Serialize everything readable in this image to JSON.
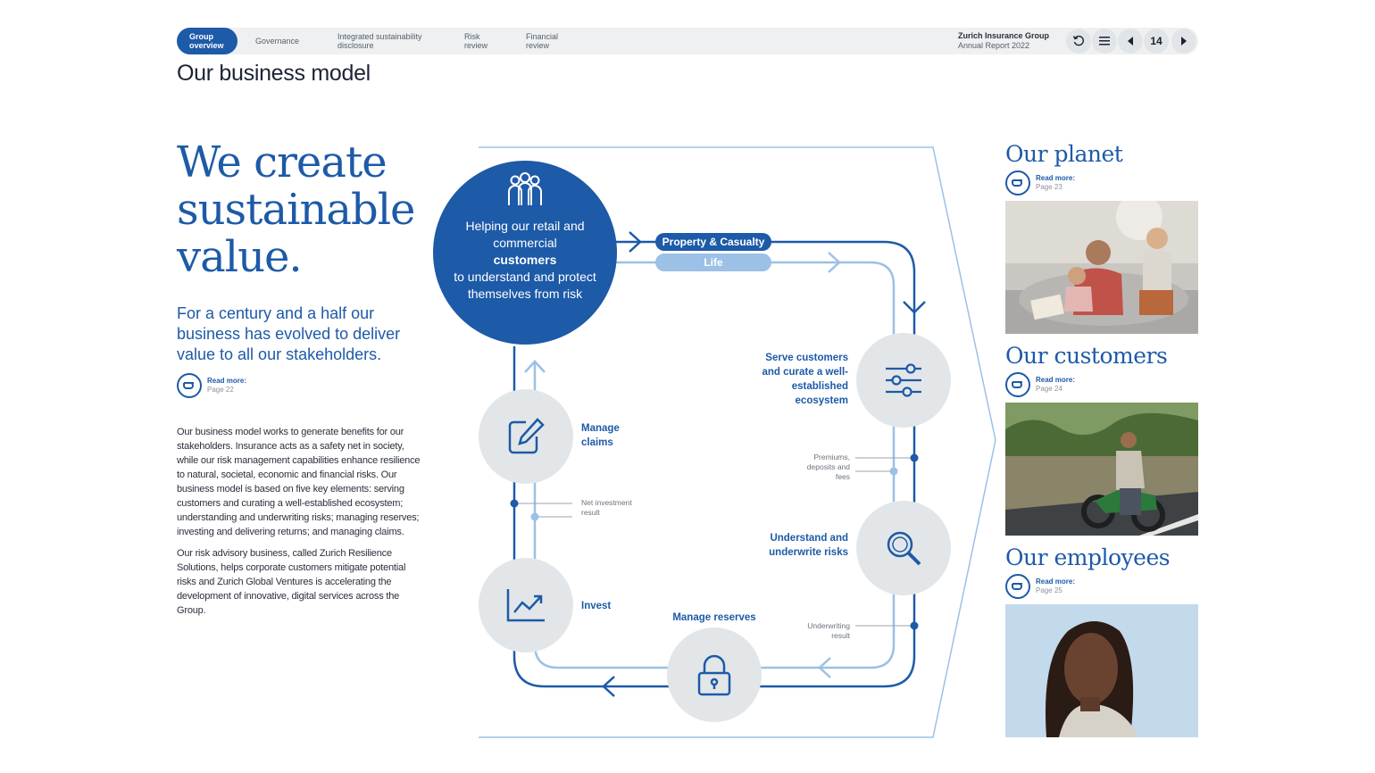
{
  "nav": {
    "tabs": [
      {
        "label": "Group\noverview",
        "active": true
      },
      {
        "label": "Governance",
        "active": false
      },
      {
        "label": "Integrated sustainability\ndisclosure",
        "active": false
      },
      {
        "label": "Risk\nreview",
        "active": false
      },
      {
        "label": "Financial\nreview",
        "active": false
      }
    ],
    "brand_name": "Zurich Insurance Group",
    "brand_sub": "Annual Report 2022",
    "page_number": "14",
    "icons": [
      "refresh-icon",
      "menu-icon",
      "prev-page-icon",
      "next-page-icon"
    ]
  },
  "page_title": "Our business model",
  "hero": {
    "line1": "We create",
    "line2": "sustainable",
    "line3": "value."
  },
  "lead": "For a century and a half our business has evolved to deliver value to all our stakeholders.",
  "lead_readmore": {
    "label": "Read more:",
    "page": "Page 22"
  },
  "body": {
    "p1": "Our business model works to generate benefits for our stakeholders. Insurance acts as a safety net in society, while our risk management capabilities enhance resilience to natural, societal, economic and financial risks. Our business model is based on five key elements: serving customers and curating a well-established ecosystem; understanding and underwriting risks; managing reserves; investing and delivering returns; and managing claims.",
    "p2": "Our risk advisory business, called Zurich Resilience Solutions, helps corporate customers mitigate potential risks and Zurich Global Ventures is accelerating the development of innovative, digital services across the Group."
  },
  "diagram": {
    "center_pre": "Helping our retail and commercial",
    "center_bold": "customers",
    "center_post": "to understand and protect themselves from risk",
    "pill_pc": "Property & Casualty",
    "pill_life": "Life",
    "serve": "Serve customers and curate a well-established ecosystem",
    "underwrite": "Understand and underwrite risks",
    "reserves": "Manage reserves",
    "invest": "Invest",
    "claims": "Manage claims",
    "premiums": "Premiums, deposits and fees",
    "net_investment": "Net investment result",
    "underwriting_result": "Underwriting result",
    "colors": {
      "dark": "#1d5aa8",
      "light": "#9cc0e6",
      "node": "#e3e6e8"
    }
  },
  "stakeholders": [
    {
      "title": "Our planet",
      "readmore": "Read more:",
      "page": "Page 23"
    },
    {
      "title": "Our customers",
      "readmore": "Read more:",
      "page": "Page 24"
    },
    {
      "title": "Our employees",
      "readmore": "Read more:",
      "page": "Page 25"
    }
  ]
}
